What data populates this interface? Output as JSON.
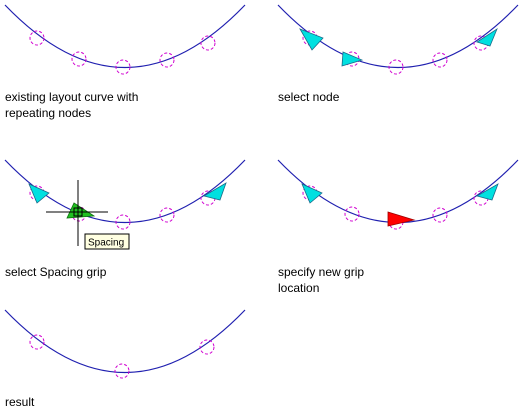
{
  "panels": [
    {
      "id": "p1",
      "caption_lines": [
        "existing layout curve with",
        "repeating nodes"
      ]
    },
    {
      "id": "p2",
      "caption_lines": [
        "select node"
      ]
    },
    {
      "id": "p3",
      "caption_lines": [
        "select Spacing grip"
      ]
    },
    {
      "id": "p4",
      "caption_lines": [
        "specify new grip",
        "location"
      ]
    },
    {
      "id": "p5",
      "caption_lines": [
        "result"
      ]
    }
  ],
  "tooltip": {
    "label": "Spacing"
  },
  "colors": {
    "curve": "#2020b0",
    "node_circle": "#d000d0",
    "grip_arrow": "#00e0e0",
    "spacing_grip": "#20c020",
    "new_location_grip": "#ff0000",
    "crosshair": "#000000",
    "tooltip_bg": "#ffffe1"
  },
  "icons": [
    "triangle-grip-icon",
    "crosshair-cursor-icon",
    "spacing-grip-icon"
  ]
}
